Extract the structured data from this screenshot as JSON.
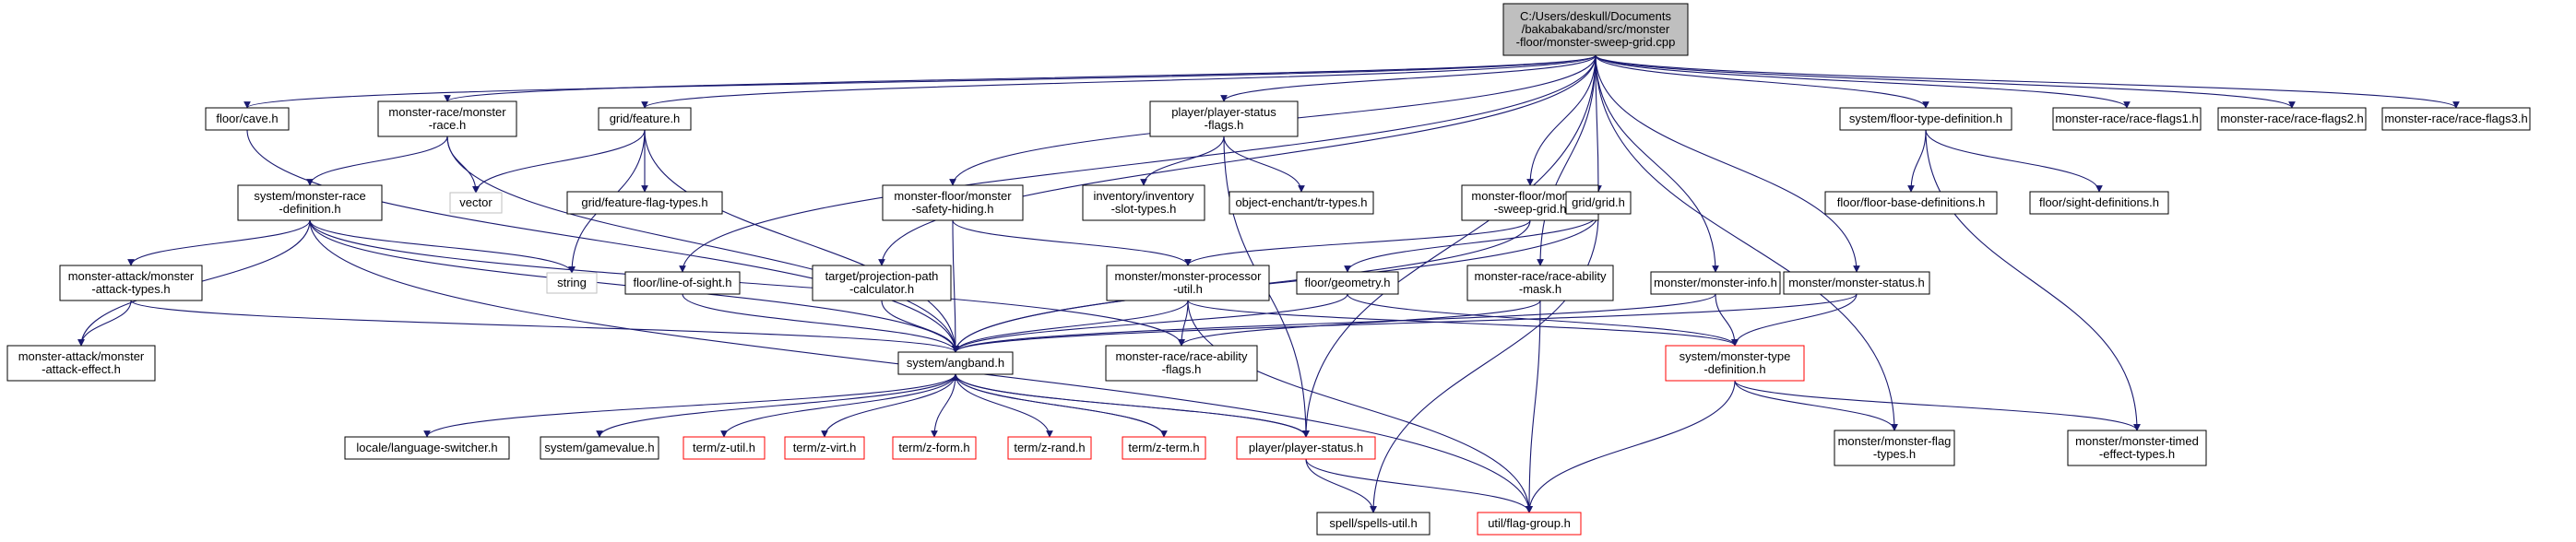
{
  "diagram": {
    "nodes": [
      {
        "id": "root",
        "lines": [
          "C:/Users/deskull/Documents",
          "/bakabakaband/src/monster",
          "-floor/monster-sweep-grid.cpp"
        ],
        "style": "root"
      },
      {
        "id": "floor_cave",
        "lines": [
          "floor/cave.h"
        ],
        "style": "normal"
      },
      {
        "id": "mr_race",
        "lines": [
          "monster-race/monster",
          "-race.h"
        ],
        "style": "normal"
      },
      {
        "id": "grid_feature",
        "lines": [
          "grid/feature.h"
        ],
        "style": "normal"
      },
      {
        "id": "vector",
        "lines": [
          "vector"
        ],
        "style": "external"
      },
      {
        "id": "feature_flag_types",
        "lines": [
          "grid/feature-flag-types.h"
        ],
        "style": "normal"
      },
      {
        "id": "sys_mr_def",
        "lines": [
          "system/monster-race",
          "-definition.h"
        ],
        "style": "normal"
      },
      {
        "id": "string",
        "lines": [
          "string"
        ],
        "style": "external"
      },
      {
        "id": "ma_attack_types",
        "lines": [
          "monster-attack/monster",
          "-attack-types.h"
        ],
        "style": "normal"
      },
      {
        "id": "ma_attack_effect",
        "lines": [
          "monster-attack/monster",
          "-attack-effect.h"
        ],
        "style": "normal"
      },
      {
        "id": "line_of_sight",
        "lines": [
          "floor/line-of-sight.h"
        ],
        "style": "normal"
      },
      {
        "id": "projection_path",
        "lines": [
          "target/projection-path",
          "-calculator.h"
        ],
        "style": "normal"
      },
      {
        "id": "player_status_flags",
        "lines": [
          "player/player-status",
          "-flags.h"
        ],
        "style": "normal"
      },
      {
        "id": "inv_slot_types",
        "lines": [
          "inventory/inventory",
          "-slot-types.h"
        ],
        "style": "normal"
      },
      {
        "id": "obj_enchant",
        "lines": [
          "object-enchant/tr-types.h"
        ],
        "style": "normal"
      },
      {
        "id": "mf_safety",
        "lines": [
          "monster-floor/monster",
          "-safety-hiding.h"
        ],
        "style": "normal"
      },
      {
        "id": "mf_sweep_grid",
        "lines": [
          "monster-floor/monster",
          "-sweep-grid.h"
        ],
        "style": "normal"
      },
      {
        "id": "grid_grid",
        "lines": [
          "grid/grid.h"
        ],
        "style": "normal"
      },
      {
        "id": "mm_processor",
        "lines": [
          "monster/monster-processor",
          "-util.h"
        ],
        "style": "normal"
      },
      {
        "id": "floor_geometry",
        "lines": [
          "floor/geometry.h"
        ],
        "style": "normal"
      },
      {
        "id": "mr_ability_mask",
        "lines": [
          "monster-race/race-ability",
          "-mask.h"
        ],
        "style": "normal"
      },
      {
        "id": "mm_info",
        "lines": [
          "monster/monster-info.h"
        ],
        "style": "normal"
      },
      {
        "id": "mm_status",
        "lines": [
          "monster/monster-status.h"
        ],
        "style": "normal"
      },
      {
        "id": "sys_floor_type",
        "lines": [
          "system/floor-type-definition.h"
        ],
        "style": "normal"
      },
      {
        "id": "floor_base_defs",
        "lines": [
          "floor/floor-base-definitions.h"
        ],
        "style": "normal"
      },
      {
        "id": "sight_defs",
        "lines": [
          "floor/sight-definitions.h"
        ],
        "style": "normal"
      },
      {
        "id": "race_flags1",
        "lines": [
          "monster-race/race-flags1.h"
        ],
        "style": "normal"
      },
      {
        "id": "race_flags2",
        "lines": [
          "monster-race/race-flags2.h"
        ],
        "style": "normal"
      },
      {
        "id": "race_flags3",
        "lines": [
          "monster-race/race-flags3.h"
        ],
        "style": "normal"
      },
      {
        "id": "angband",
        "lines": [
          "system/angband.h"
        ],
        "style": "normal"
      },
      {
        "id": "race_ability_flags",
        "lines": [
          "monster-race/race-ability",
          "-flags.h"
        ],
        "style": "normal"
      },
      {
        "id": "sys_mtype_def",
        "lines": [
          "system/monster-type",
          "-definition.h"
        ],
        "style": "truncated"
      },
      {
        "id": "locale_switcher",
        "lines": [
          "locale/language-switcher.h"
        ],
        "style": "normal"
      },
      {
        "id": "gamevalue",
        "lines": [
          "system/gamevalue.h"
        ],
        "style": "normal"
      },
      {
        "id": "z_util",
        "lines": [
          "term/z-util.h"
        ],
        "style": "truncated"
      },
      {
        "id": "z_virt",
        "lines": [
          "term/z-virt.h"
        ],
        "style": "truncated"
      },
      {
        "id": "z_form",
        "lines": [
          "term/z-form.h"
        ],
        "style": "truncated"
      },
      {
        "id": "z_rand",
        "lines": [
          "term/z-rand.h"
        ],
        "style": "truncated"
      },
      {
        "id": "z_term",
        "lines": [
          "term/z-term.h"
        ],
        "style": "truncated"
      },
      {
        "id": "player_status",
        "lines": [
          "player/player-status.h"
        ],
        "style": "truncated"
      },
      {
        "id": "spells_util",
        "lines": [
          "spell/spells-util.h"
        ],
        "style": "normal"
      },
      {
        "id": "flag_group",
        "lines": [
          "util/flag-group.h"
        ],
        "style": "truncated"
      },
      {
        "id": "mm_flag_types",
        "lines": [
          "monster/monster-flag",
          "-types.h"
        ],
        "style": "normal"
      },
      {
        "id": "mm_timed_effect",
        "lines": [
          "monster/monster-timed",
          "-effect-types.h"
        ],
        "style": "normal"
      }
    ],
    "edges": [
      [
        "root",
        "floor_cave"
      ],
      [
        "root",
        "mr_race"
      ],
      [
        "root",
        "grid_feature"
      ],
      [
        "root",
        "line_of_sight"
      ],
      [
        "root",
        "projection_path"
      ],
      [
        "root",
        "player_status_flags"
      ],
      [
        "root",
        "mf_safety"
      ],
      [
        "root",
        "mf_sweep_grid"
      ],
      [
        "root",
        "grid_grid"
      ],
      [
        "root",
        "mr_ability_mask"
      ],
      [
        "root",
        "mm_info"
      ],
      [
        "root",
        "mm_status"
      ],
      [
        "root",
        "sys_floor_type"
      ],
      [
        "root",
        "race_flags1"
      ],
      [
        "root",
        "race_flags2"
      ],
      [
        "root",
        "race_flags3"
      ],
      [
        "root",
        "mm_flag_types"
      ],
      [
        "root",
        "player_status"
      ],
      [
        "floor_cave",
        "angband"
      ],
      [
        "mr_race",
        "vector"
      ],
      [
        "mr_race",
        "sys_mr_def"
      ],
      [
        "mr_race",
        "angband"
      ],
      [
        "grid_feature",
        "vector"
      ],
      [
        "grid_feature",
        "feature_flag_types"
      ],
      [
        "grid_feature",
        "string"
      ],
      [
        "grid_feature",
        "angband"
      ],
      [
        "sys_mr_def",
        "string"
      ],
      [
        "sys_mr_def",
        "ma_attack_types"
      ],
      [
        "sys_mr_def",
        "ma_attack_effect"
      ],
      [
        "sys_mr_def",
        "angband"
      ],
      [
        "sys_mr_def",
        "race_ability_flags"
      ],
      [
        "sys_mr_def",
        "flag_group"
      ],
      [
        "ma_attack_types",
        "ma_attack_effect"
      ],
      [
        "ma_attack_types",
        "angband"
      ],
      [
        "line_of_sight",
        "angband"
      ],
      [
        "projection_path",
        "angband"
      ],
      [
        "player_status_flags",
        "inv_slot_types"
      ],
      [
        "player_status_flags",
        "obj_enchant"
      ],
      [
        "player_status_flags",
        "player_status"
      ],
      [
        "mf_safety",
        "angband"
      ],
      [
        "mf_safety",
        "mm_processor"
      ],
      [
        "mf_sweep_grid",
        "angband"
      ],
      [
        "mf_sweep_grid",
        "mm_processor"
      ],
      [
        "grid_grid",
        "floor_geometry"
      ],
      [
        "grid_grid",
        "angband"
      ],
      [
        "grid_grid",
        "spells_util"
      ],
      [
        "mm_processor",
        "angband"
      ],
      [
        "mm_processor",
        "race_ability_flags"
      ],
      [
        "mm_processor",
        "sys_mtype_def"
      ],
      [
        "mm_processor",
        "flag_group"
      ],
      [
        "floor_geometry",
        "angband"
      ],
      [
        "floor_geometry",
        "sys_mtype_def"
      ],
      [
        "mr_ability_mask",
        "race_ability_flags"
      ],
      [
        "mr_ability_mask",
        "flag_group"
      ],
      [
        "mm_info",
        "angband"
      ],
      [
        "mm_info",
        "sys_mtype_def"
      ],
      [
        "mm_status",
        "angband"
      ],
      [
        "mm_status",
        "sys_mtype_def"
      ],
      [
        "sys_floor_type",
        "floor_base_defs"
      ],
      [
        "sys_floor_type",
        "sight_defs"
      ],
      [
        "sys_floor_type",
        "mm_timed_effect"
      ],
      [
        "sys_mtype_def",
        "mm_flag_types"
      ],
      [
        "sys_mtype_def",
        "mm_timed_effect"
      ],
      [
        "sys_mtype_def",
        "flag_group"
      ],
      [
        "angband",
        "locale_switcher"
      ],
      [
        "angband",
        "gamevalue"
      ],
      [
        "angband",
        "z_util"
      ],
      [
        "angband",
        "z_virt"
      ],
      [
        "angband",
        "z_form"
      ],
      [
        "angband",
        "z_rand"
      ],
      [
        "angband",
        "z_term"
      ],
      [
        "angband",
        "player_status"
      ],
      [
        "z_term",
        "angband"
      ],
      [
        "player_status",
        "angband"
      ],
      [
        "player_status",
        "spells_util"
      ],
      [
        "player_status",
        "flag_group"
      ]
    ]
  },
  "colors": {
    "edge": "#191970",
    "root_fill": "#bfbfbf",
    "node_fill": "#ffffff",
    "node_border": "#000000",
    "external_border": "#bfbfbf",
    "truncated_border": "#ff0000"
  }
}
